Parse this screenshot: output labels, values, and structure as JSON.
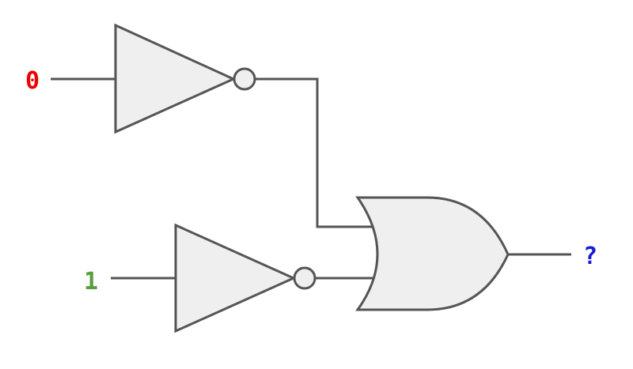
{
  "inputs": {
    "a": {
      "label": "0",
      "color": "#ee0000"
    },
    "b": {
      "label": "1",
      "color": "#5a9e3c"
    }
  },
  "output": {
    "label": "?",
    "color": "#1a1ad6"
  },
  "gates": [
    {
      "id": "not-top",
      "type": "NOT"
    },
    {
      "id": "not-bottom",
      "type": "NOT"
    },
    {
      "id": "or-gate",
      "type": "OR"
    }
  ],
  "colors": {
    "stroke": "#555555",
    "gate_fill": "#efefef"
  }
}
